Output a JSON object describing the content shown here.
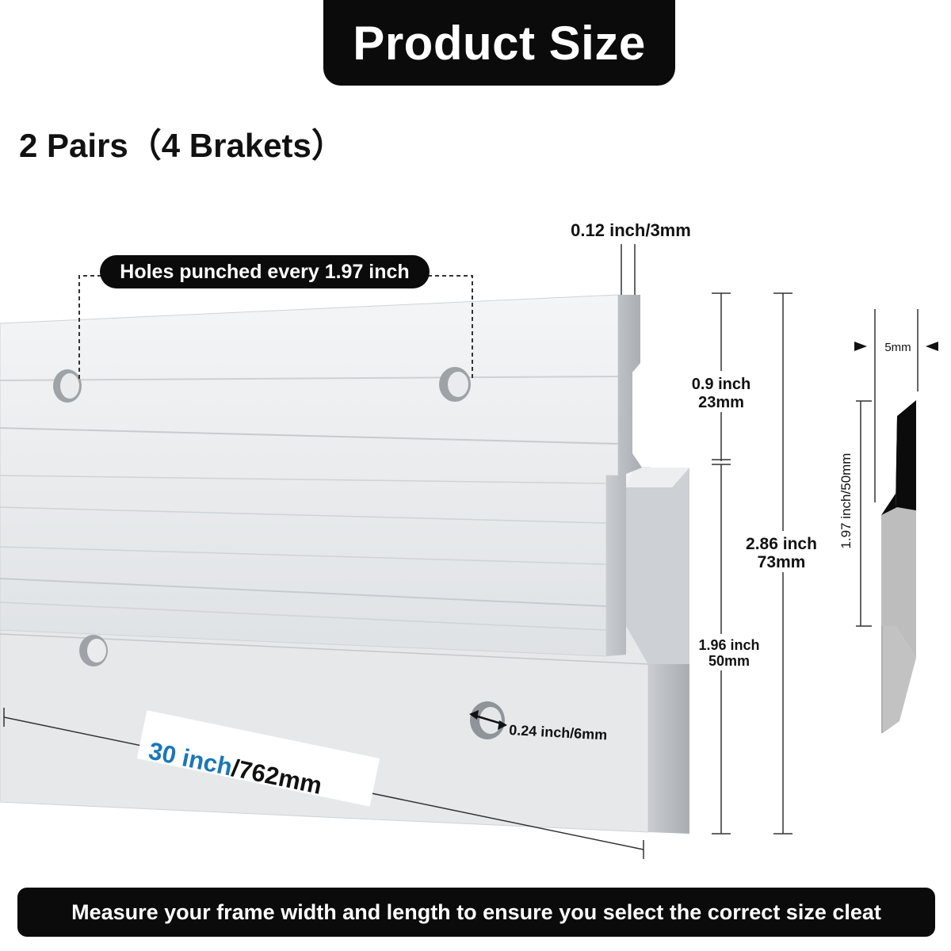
{
  "title": "Product Size",
  "subtitle": "2 Pairs（4 Brakets）",
  "labels": {
    "thickness": "0.12 inch/3mm",
    "holes": "Holes punched every 1.97 inch",
    "top_inch": "0.9 inch",
    "top_mm": "23mm",
    "total_inch": "2.86 inch",
    "total_mm": "73mm",
    "lower_inch": "1.96 inch",
    "lower_mm": "50mm",
    "hole_diameter": "0.24 inch/6mm",
    "length_inch": "30 inch",
    "length_mm": "/762mm",
    "profile_width": "5mm",
    "profile_height": "1.97 inch/50mm"
  },
  "footer": "Measure your frame width and length to ensure you select the correct size cleat",
  "colors": {
    "accent_blue": "#1a78b6",
    "dark": "#0b0b0b",
    "aluminum": "#d9dcdf",
    "profile_grey": "#b9b9b9"
  }
}
